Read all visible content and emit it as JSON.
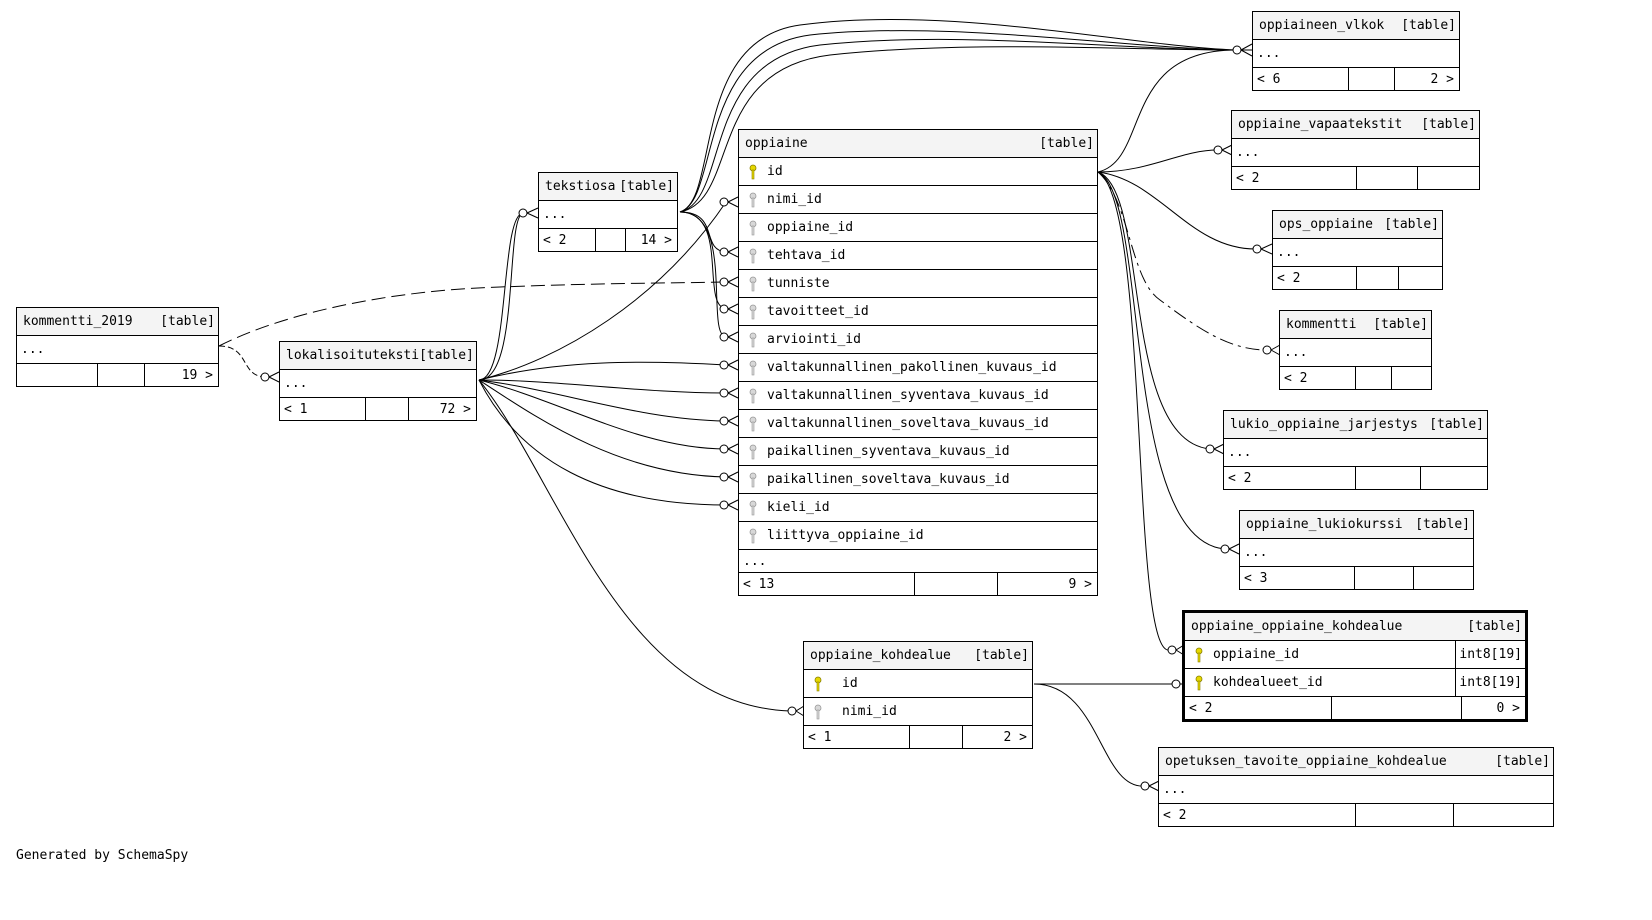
{
  "footer": {
    "generated_by": "Generated by SchemaSpy"
  },
  "tables": {
    "oppiaineen_vlkok": {
      "name": "oppiaineen_vlkok",
      "tag": "[table]",
      "more": "...",
      "left": "< 6",
      "right": "2 >"
    },
    "oppiaine_vapaatekstit": {
      "name": "oppiaine_vapaatekstit",
      "tag": "[table]",
      "more": "...",
      "left": "< 2",
      "right": ""
    },
    "ops_oppiaine": {
      "name": "ops_oppiaine",
      "tag": "[table]",
      "more": "...",
      "left": "< 2",
      "right": ""
    },
    "kommentti": {
      "name": "kommentti",
      "tag": "[table]",
      "more": "...",
      "left": "< 2",
      "right": ""
    },
    "lukio_oppiaine_jarjestys": {
      "name": "lukio_oppiaine_jarjestys",
      "tag": "[table]",
      "more": "...",
      "left": "< 2",
      "right": ""
    },
    "oppiaine_lukiokurssi": {
      "name": "oppiaine_lukiokurssi",
      "tag": "[table]",
      "more": "...",
      "left": "< 3",
      "right": ""
    },
    "opetuksen_tavoite_oppiaine_kohdealue": {
      "name": "opetuksen_tavoite_oppiaine_kohdealue",
      "tag": "[table]",
      "more": "...",
      "left": "< 2",
      "right": ""
    },
    "tekstiosa": {
      "name": "tekstiosa",
      "tag": "[table]",
      "more": "...",
      "left": "< 2",
      "right": "14 >"
    },
    "kommentti_2019": {
      "name": "kommentti_2019",
      "tag": "[table]",
      "more": "...",
      "left": "",
      "right": "19 >"
    },
    "lokalisoituteksti": {
      "name": "lokalisoituteksti",
      "tag": "[table]",
      "more": "...",
      "left": "< 1",
      "right": "72 >"
    },
    "oppiaine": {
      "name": "oppiaine",
      "tag": "[table]",
      "more": "...",
      "left": "< 13",
      "right": "9 >",
      "columns": [
        "id",
        "nimi_id",
        "oppiaine_id",
        "tehtava_id",
        "tunniste",
        "tavoitteet_id",
        "arviointi_id",
        "valtakunnallinen_pakollinen_kuvaus_id",
        "valtakunnallinen_syventava_kuvaus_id",
        "valtakunnallinen_soveltava_kuvaus_id",
        "paikallinen_syventava_kuvaus_id",
        "paikallinen_soveltava_kuvaus_id",
        "kieli_id",
        "liittyva_oppiaine_id"
      ]
    },
    "oppiaine_kohdealue": {
      "name": "oppiaine_kohdealue",
      "tag": "[table]",
      "left": "< 1",
      "right": "2 >",
      "columns": [
        "id",
        "nimi_id"
      ]
    },
    "oppiaine_oppiaine_kohdealue": {
      "name": "oppiaine_oppiaine_kohdealue",
      "tag": "[table]",
      "left": "< 2",
      "right": "0 >",
      "columns": [
        {
          "name": "oppiaine_id",
          "type": "int8[19]"
        },
        {
          "name": "kohdealueet_id",
          "type": "int8[19]"
        }
      ]
    }
  }
}
